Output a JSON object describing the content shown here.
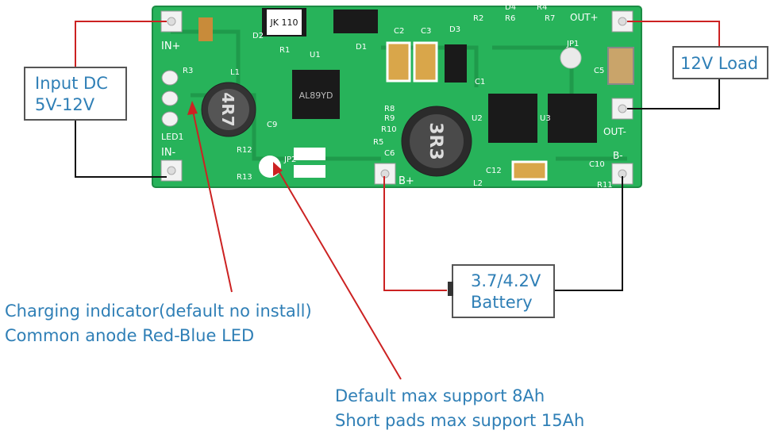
{
  "callouts": {
    "input": {
      "line1": "Input DC",
      "line2": "5V-12V"
    },
    "load": {
      "label": "12V Load"
    },
    "battery": {
      "line1": "3.7/4.2V",
      "line2": "Battery"
    }
  },
  "notes": {
    "indicator": {
      "line1": "Charging indicator(default no install)",
      "line2": "Common anode Red-Blue LED"
    },
    "capacity": {
      "line1": "Default max support 8Ah",
      "line2": "Short pads max support 15Ah"
    }
  },
  "board": {
    "pads": {
      "in_plus": "IN+",
      "in_minus": "IN-",
      "out_plus": "OUT+",
      "out_minus": "OUT-",
      "b_plus": "B+",
      "b_minus": "B-",
      "led": "LED1"
    },
    "chips": {
      "u1": "AL89YD",
      "inductor_l1": "4R7",
      "inductor_l2": "3R3",
      "diode_d2": "JK 110"
    },
    "refs": [
      "R1",
      "R2",
      "R3",
      "R4",
      "R5",
      "R6",
      "R7",
      "R8",
      "R9",
      "R10",
      "R11",
      "R12",
      "R13",
      "C1",
      "C2",
      "C3",
      "C5",
      "C6",
      "C9",
      "C10",
      "C12",
      "D1",
      "D2",
      "D3",
      "D4",
      "U1",
      "U2",
      "U3",
      "L1",
      "L2",
      "JP1",
      "JP2"
    ]
  },
  "colors": {
    "pcb": "#27b35a",
    "pcb_dark": "#1f9a4b",
    "text": "#2f7fb6",
    "wire_red": "#cc2222",
    "wire_black": "#111111",
    "box_border": "#555555"
  }
}
